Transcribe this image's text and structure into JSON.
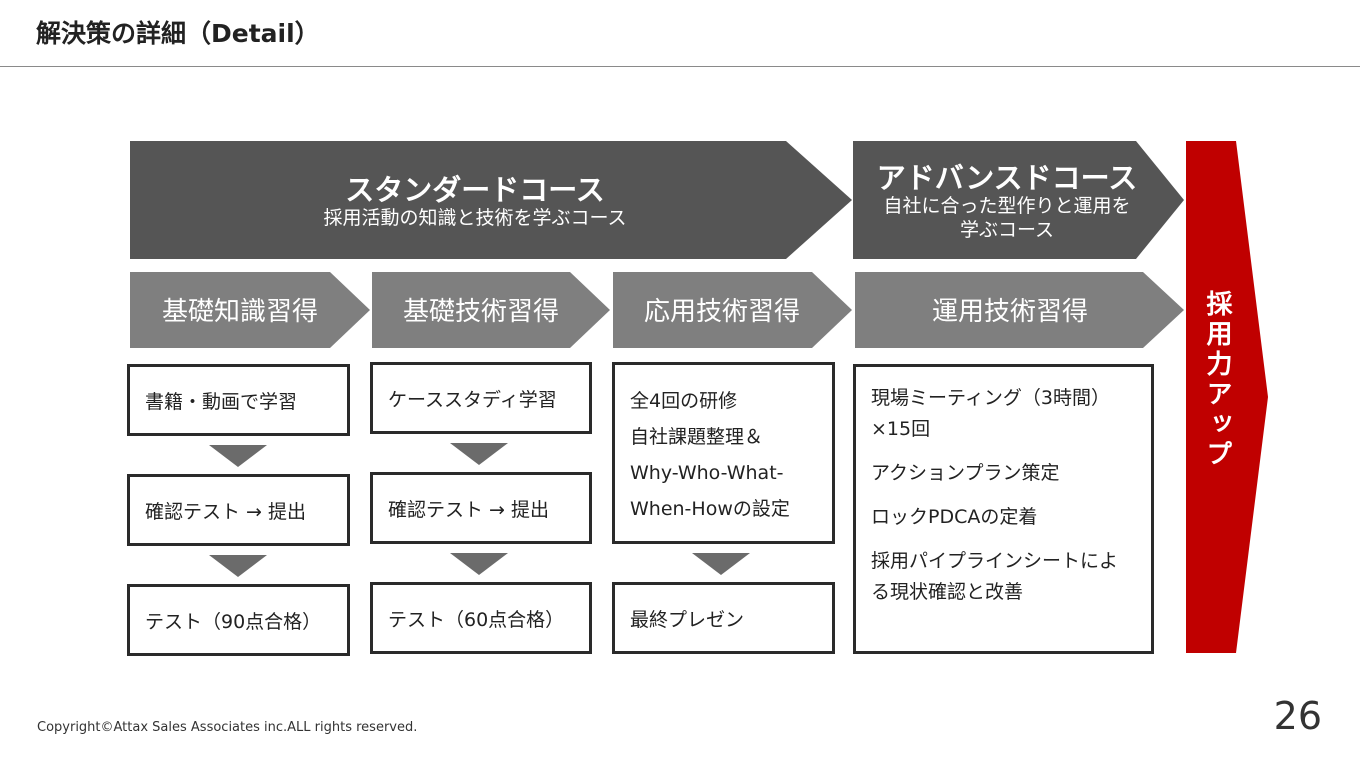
{
  "header": {
    "title": "解決策の詳細（Detail）"
  },
  "courses": {
    "standard": {
      "title": "スタンダードコース",
      "subtitle": "採用活動の知識と技術を学ぶコース"
    },
    "advanced": {
      "title": "アドバンスドコース",
      "subtitle_line1": "自社に合った型作りと運用を",
      "subtitle_line2": "学ぶコース"
    }
  },
  "stages": [
    {
      "label": "基礎知識習得",
      "boxes": [
        "書籍・動画で学習",
        "確認テスト → 提出",
        "テスト（90点合格）"
      ]
    },
    {
      "label": "基礎技術習得",
      "boxes": [
        "ケーススタディ学習",
        "確認テスト → 提出",
        "テスト（60点合格）"
      ]
    },
    {
      "label": "応用技術習得",
      "box1_lines": [
        "全4回の研修",
        "自社課題整理＆",
        "Why-Who-What-",
        "When-Howの設定"
      ],
      "box2": "最終プレゼン"
    },
    {
      "label": "運用技術習得",
      "box_lines": [
        "現場ミーティング（3時間）",
        "×15回",
        "アクションプラン策定",
        "ロックPDCAの定着",
        "採用パイプラインシートによ",
        "る現状確認と改善"
      ]
    }
  ],
  "result": {
    "label": "採用力アップ"
  },
  "footer": {
    "copyright": "Copyright©Attax Sales Associates inc.ALL rights reserved.",
    "page_number": "26"
  },
  "colors": {
    "course_arrow": "#555555",
    "stage_arrow": "#7f7f7f",
    "down_arrow": "#6b6b6b",
    "result_accent": "#c00000",
    "box_border": "#2a2a2a"
  }
}
